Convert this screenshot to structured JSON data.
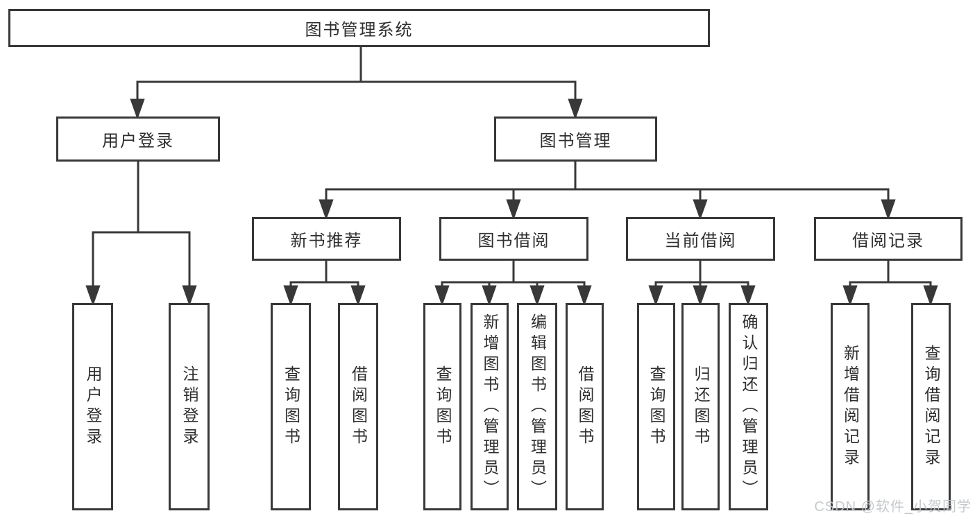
{
  "diagram": {
    "root": {
      "label": "图书管理系统"
    },
    "level2": [
      {
        "label": "用户登录"
      },
      {
        "label": "图书管理"
      }
    ],
    "level3": [
      {
        "label": "新书推荐"
      },
      {
        "label": "图书借阅"
      },
      {
        "label": "当前借阅"
      },
      {
        "label": "借阅记录"
      }
    ],
    "leaves": [
      {
        "label": "用户登录"
      },
      {
        "label": "注销登录"
      },
      {
        "label": "查询图书"
      },
      {
        "label": "借阅图书"
      },
      {
        "label": "查询图书"
      },
      {
        "label": "新增图书（管理员）"
      },
      {
        "label": "编辑图书（管理员）"
      },
      {
        "label": "借阅图书"
      },
      {
        "label": "查询图书"
      },
      {
        "label": "归还图书"
      },
      {
        "label": "确认归还（管理员）"
      },
      {
        "label": "新增借阅记录"
      },
      {
        "label": "查询借阅记录"
      }
    ],
    "watermark": "CSDN @软件_小贺同学",
    "colors": {
      "line": "#383838",
      "text": "#2e2e2e",
      "background": "#ffffff",
      "watermark": "#c3c7ca"
    }
  }
}
